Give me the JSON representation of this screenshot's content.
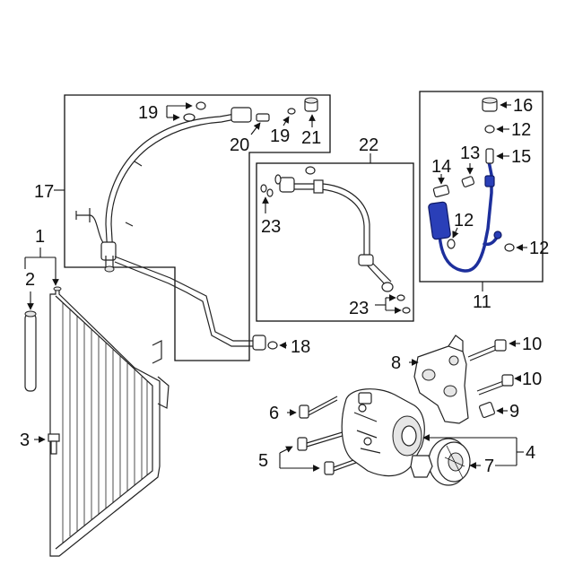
{
  "callouts": {
    "c1": "1",
    "c2": "2",
    "c3": "3",
    "c4": "4",
    "c5": "5",
    "c6": "6",
    "c7": "7",
    "c8": "8",
    "c9": "9",
    "c10a": "10",
    "c10b": "10",
    "c11": "11",
    "c12a": "12",
    "c12b": "12",
    "c12c": "12",
    "c13": "13",
    "c14": "14",
    "c15": "15",
    "c16": "16",
    "c17": "17",
    "c18": "18",
    "c19a": "19",
    "c19b": "19",
    "c20": "20",
    "c21": "21",
    "c22": "22",
    "c23a": "23",
    "c23b": "23"
  },
  "colors": {
    "highlight": "#2a3fb8",
    "line": "#222222"
  }
}
